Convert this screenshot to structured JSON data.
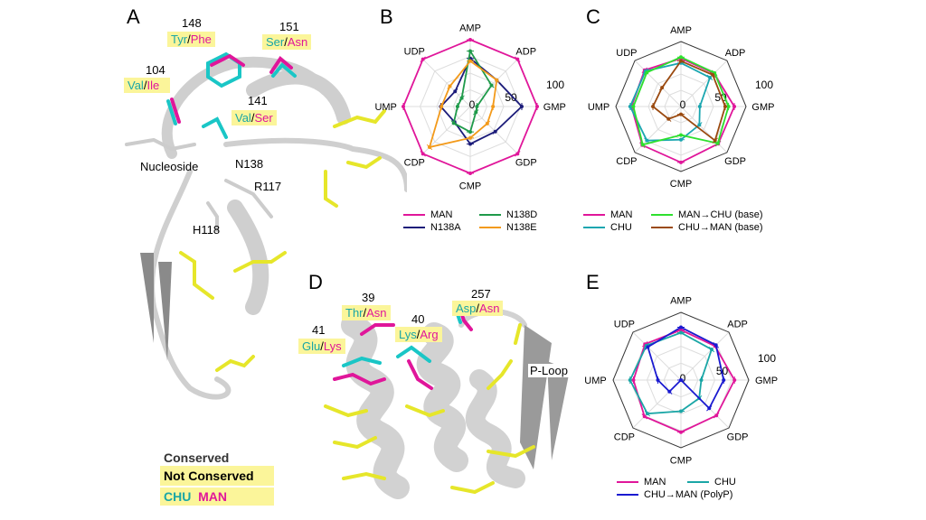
{
  "panels": {
    "A": {
      "letter": "A",
      "labels": {
        "res148": "148",
        "res148_chu": "Tyr",
        "res148_man": "Phe",
        "res151": "151",
        "res151_chu": "Ser",
        "res151_man": "Asn",
        "res104": "104",
        "res104_chu": "Val",
        "res104_man": "Ile",
        "res141": "141",
        "res141_chu": "Val",
        "res141_man": "Ser",
        "nucleoside": "Nucleoside",
        "n138": "N138",
        "r117": "R117",
        "h118": "H118"
      },
      "key": {
        "conserved": "Conserved",
        "not_conserved": "Not Conserved",
        "chu": "CHU",
        "man": "MAN"
      }
    },
    "D": {
      "letter": "D",
      "labels": {
        "res39": "39",
        "res39_chu": "Thr",
        "res39_man": "Asn",
        "res41": "41",
        "res41_chu": "Glu",
        "res41_man": "Lys",
        "res40": "40",
        "res40_chu": "Lys",
        "res40_man": "Arg",
        "res257": "257",
        "res257_chu": "Asp",
        "res257_man": "Asn",
        "ploop": "P-Loop"
      }
    },
    "B": {
      "letter": "B"
    },
    "C": {
      "letter": "C"
    },
    "E": {
      "letter": "E"
    }
  },
  "slash": "/",
  "colors": {
    "chu": "#1aa6a6",
    "man": "#e0169a",
    "highlight": "#fbf59a",
    "conserved_sticks": "#e6e62a"
  },
  "chart_data": [
    {
      "panel": "B",
      "type": "radar",
      "categories": [
        "AMP",
        "ADP",
        "GMP",
        "GDP",
        "CMP",
        "CDP",
        "UMP",
        "UDP"
      ],
      "rlim": [
        0,
        100
      ],
      "tick_labels": [
        "0",
        "50",
        "100"
      ],
      "grid": true,
      "legend": "bottom",
      "series": [
        {
          "name": "MAN",
          "color": "#e0169a",
          "values": [
            100,
            100,
            100,
            100,
            100,
            100,
            100,
            100
          ]
        },
        {
          "name": "N138A",
          "color": "#1c1c7a",
          "values": [
            72,
            56,
            77,
            53,
            56,
            33,
            44,
            32
          ]
        },
        {
          "name": "N138D",
          "color": "#1f9a4a",
          "values": [
            83,
            45,
            10,
            12,
            38,
            35,
            19,
            18
          ]
        },
        {
          "name": "N138E",
          "color": "#f39a1a",
          "values": [
            68,
            56,
            34,
            36,
            47,
            86,
            43,
            43
          ]
        }
      ]
    },
    {
      "panel": "C",
      "type": "radar",
      "categories": [
        "AMP",
        "ADP",
        "GMP",
        "GDP",
        "CMP",
        "CDP",
        "UMP",
        "UDP"
      ],
      "rlim": [
        0,
        100
      ],
      "tick_labels": [
        "0",
        "50",
        "100"
      ],
      "grid": true,
      "legend": "bottom",
      "series": [
        {
          "name": "MAN",
          "color": "#e0169a",
          "values": [
            74,
            72,
            82,
            81,
            86,
            84,
            76,
            79
          ]
        },
        {
          "name": "CHU",
          "color": "#1aa6b0",
          "values": [
            67,
            63,
            29,
            40,
            51,
            74,
            78,
            77
          ]
        },
        {
          "name": "MAN→CHU (base)",
          "color": "#2ee02e",
          "values": [
            76,
            73,
            73,
            80,
            44,
            83,
            73,
            74
          ]
        },
        {
          "name": "CHU→MAN (base)",
          "color": "#9a4a10",
          "values": [
            70,
            69,
            68,
            74,
            12,
            27,
            43,
            41
          ]
        }
      ]
    },
    {
      "panel": "E",
      "type": "radar",
      "categories": [
        "AMP",
        "ADP",
        "GMP",
        "GDP",
        "CMP",
        "CDP",
        "UMP",
        "UDP"
      ],
      "rlim": [
        0,
        100
      ],
      "tick_labels": [
        "0",
        "50",
        "100"
      ],
      "grid": true,
      "legend": "bottom",
      "series": [
        {
          "name": "MAN",
          "color": "#e0169a",
          "values": [
            74,
            71,
            79,
            74,
            77,
            76,
            70,
            75
          ]
        },
        {
          "name": "CHU",
          "color": "#1aa6a6",
          "values": [
            70,
            64,
            30,
            38,
            46,
            70,
            75,
            72
          ]
        },
        {
          "name": "CHU→MAN (PolyP)",
          "color": "#1a1ad0",
          "values": [
            78,
            73,
            63,
            59,
            0,
            24,
            34,
            69
          ]
        }
      ]
    }
  ]
}
